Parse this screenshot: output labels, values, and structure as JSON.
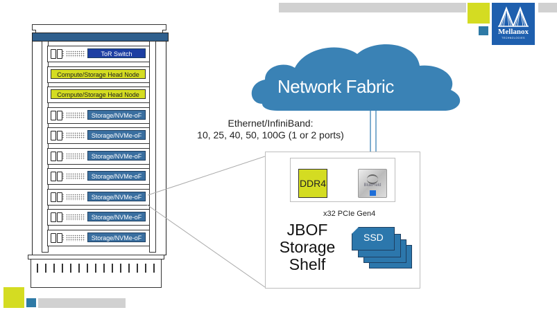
{
  "brand": {
    "name": "Mellanox",
    "tagline": "TECHNOLOGIES"
  },
  "rack": {
    "units": [
      {
        "label": "ToR Switch",
        "type": "switch"
      },
      {
        "label": "Compute/Storage Head Node",
        "type": "head"
      },
      {
        "label": "Compute/Storage Head Node",
        "type": "head"
      },
      {
        "label": "Storage/NVMe-oF",
        "type": "storage"
      },
      {
        "label": "Storage/NVMe-oF",
        "type": "storage"
      },
      {
        "label": "Storage/NVMe-oF",
        "type": "storage"
      },
      {
        "label": "Storage/NVMe-oF",
        "type": "storage"
      },
      {
        "label": "Storage/NVMe-oF",
        "type": "storage"
      },
      {
        "label": "Storage/NVMe-oF",
        "type": "storage"
      },
      {
        "label": "Storage/NVMe-oF",
        "type": "storage"
      }
    ]
  },
  "cloud": {
    "label": "Network Fabric"
  },
  "link": {
    "line1": "Ethernet/InfiniBand:",
    "line2": "10, 25, 40, 50, 100G (1 or 2 ports)"
  },
  "shelf": {
    "ddr": "DDR4",
    "chip": "BlueField",
    "pcie": "x32 PCIe Gen4",
    "title": "JBOF Storage Shelf",
    "ssd": "SSD"
  },
  "colors": {
    "accent_yellow": "#d4dc22",
    "accent_blue": "#2e7aa6",
    "brand_blue": "#1e5fae",
    "cloud_blue": "#3a82b5"
  }
}
